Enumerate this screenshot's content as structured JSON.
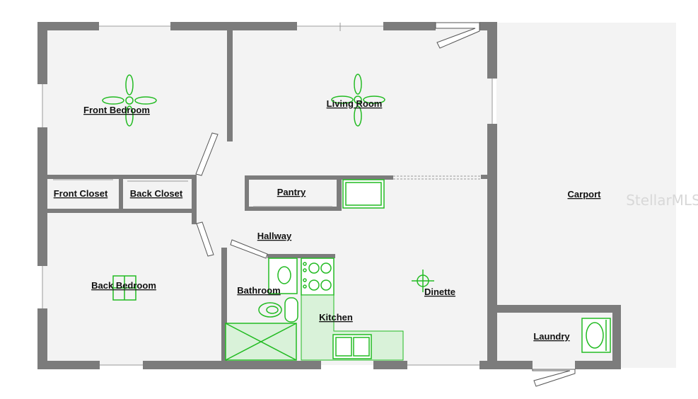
{
  "plan": {
    "rooms": {
      "front_bedroom": "Front Bedroom",
      "living_room": "Living Room",
      "front_closet": "Front Closet",
      "back_closet": "Back Closet",
      "pantry": "Pantry",
      "carport": "Carport",
      "hallway": "Hallway",
      "back_bedroom": "Back Bedroom",
      "bathroom": "Bathroom",
      "dinette": "Dinette",
      "kitchen": "Kitchen",
      "laundry": "Laundry"
    },
    "watermark": "StellarMLS"
  },
  "colors": {
    "wall": "#7c7c7c",
    "floor": "#f3f3f3",
    "fixture": "#22bb22",
    "fixture_fill": "#d9f2d9",
    "label": "#111111"
  }
}
